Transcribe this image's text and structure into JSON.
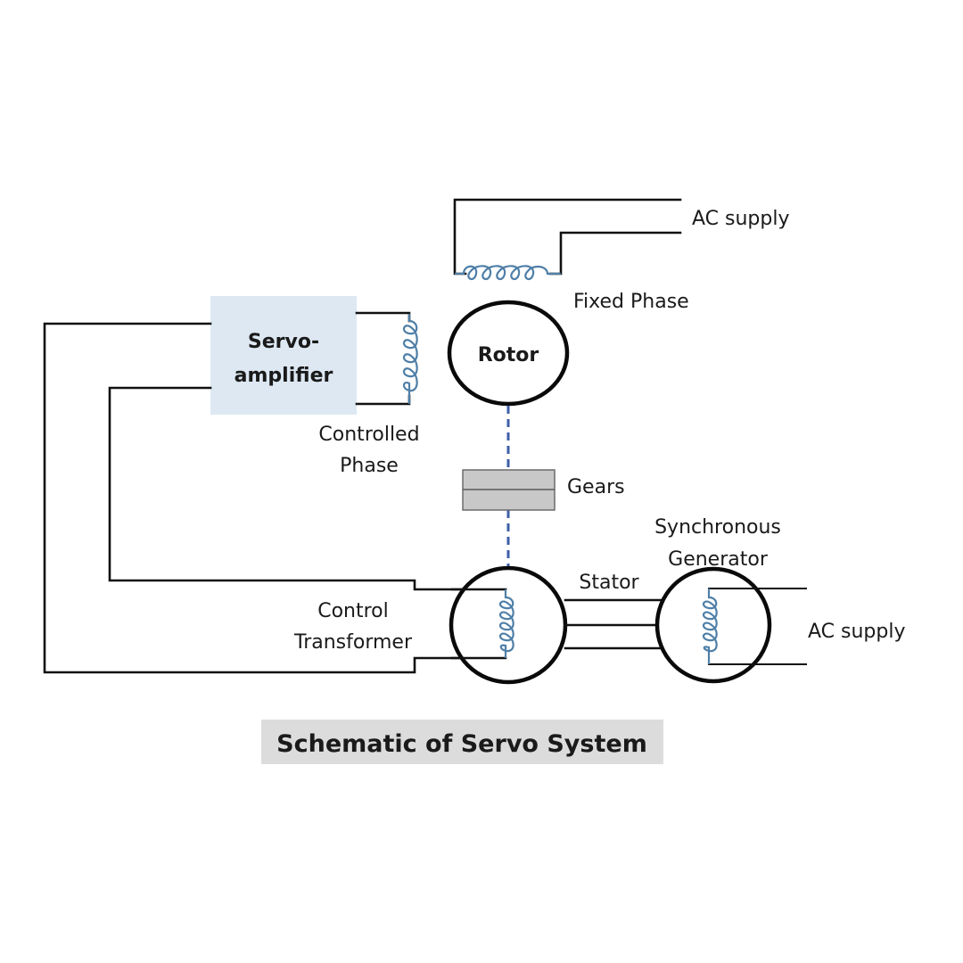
{
  "diagram": {
    "title": "Schematic of Servo System",
    "labels": {
      "ac_supply_top": "AC supply",
      "fixed_phase": "Fixed Phase",
      "rotor": "Rotor",
      "servo_amplifier_line1": "Servo-",
      "servo_amplifier_line2": "amplifier",
      "controlled_phase_line1": "Controlled",
      "controlled_phase_line2": "Phase",
      "gears": "Gears",
      "synchronous_generator_line1": "Synchronous",
      "synchronous_generator_line2": "Generator",
      "stator": "Stator",
      "control_transformer_line1": "Control",
      "control_transformer_line2": "Transformer",
      "ac_supply_right": "AC supply"
    },
    "colors": {
      "amplifier_fill": "#dde8f3",
      "coil": "#4f7fa8",
      "shaft": "#3f5fa8",
      "gears_fill": "#c8c8c8",
      "title_background": "#dcdcdc"
    }
  }
}
